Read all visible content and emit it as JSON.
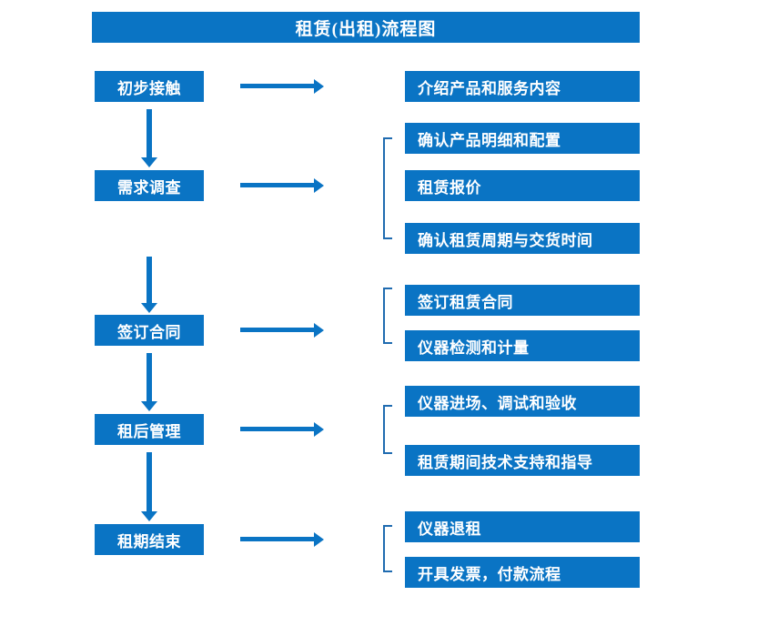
{
  "diagram": {
    "title": "租赁(出租)流程图",
    "accent_color": "#0a74c4",
    "bracket_color": "#1f6bb0",
    "text_color": "#ffffff",
    "background_color": "#ffffff",
    "stages": [
      {
        "label": "初步接触"
      },
      {
        "label": "需求调查"
      },
      {
        "label": "签订合同"
      },
      {
        "label": "租后管理"
      },
      {
        "label": "租期结束"
      }
    ],
    "details": [
      {
        "label": "介绍产品和服务内容"
      },
      {
        "label": "确认产品明细和配置"
      },
      {
        "label": "租赁报价"
      },
      {
        "label": "确认租赁周期与交货时间"
      },
      {
        "label": "签订租赁合同"
      },
      {
        "label": "仪器检测和计量"
      },
      {
        "label": "仪器进场、调试和验收"
      },
      {
        "label": "租赁期间技术支持和指导"
      },
      {
        "label": "仪器退租"
      },
      {
        "label": "开具发票，付款流程"
      }
    ]
  }
}
